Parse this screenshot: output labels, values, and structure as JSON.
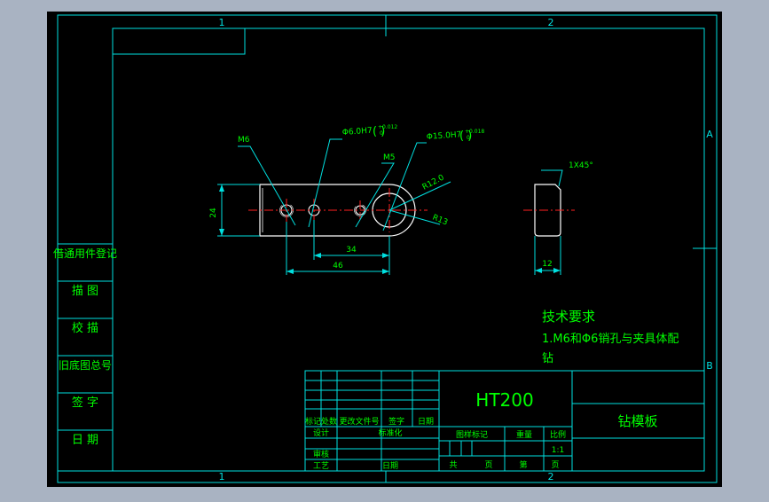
{
  "colors": {
    "background_outer": "#a9b3c2",
    "canvas": "#000000",
    "frame": "#00e0e0",
    "text_green": "#00ff00",
    "dim_cyan": "#00e0e0",
    "red_center": "#ff2020",
    "part_white": "#ffffff"
  },
  "zones": {
    "top_1": "1",
    "top_2": "2",
    "bottom_1": "1",
    "bottom_2": "2",
    "right_a": "A",
    "right_b": "B"
  },
  "side_column": [
    "借通用件登记",
    "描 图",
    "校 描",
    "旧底图总号",
    "签 字",
    "日 期"
  ],
  "annotations": {
    "m6": "M6",
    "phi6": "Φ6.0H7",
    "phi6_tol_top": "+0.012",
    "phi6_tol_bottom": "0",
    "m5": "M5",
    "phi15": "Φ15.0H7",
    "phi15_tol_top": "+0.018",
    "phi15_tol_bottom": "0",
    "r12": "R12.0",
    "r13": "R13",
    "dim_24": "24",
    "dim_34": "34",
    "dim_46": "46",
    "chamfer": "1X45°",
    "dim_12": "12"
  },
  "tech_requirements": {
    "title": "技术要求",
    "line1": "1.M6和Φ6销孔与夹具体配",
    "line2": "钻"
  },
  "title_block": {
    "material": "HT200",
    "part_name": "钻模板",
    "scale_value": "1:1",
    "headers": {
      "record": "标记",
      "count": "处数",
      "change_doc": "更改文件号",
      "sign": "签字",
      "date": "日期",
      "design": "设计",
      "standardize": "标准化",
      "review": "审核",
      "process": "工艺",
      "date2": "日期",
      "stage_mark": "图样标记",
      "weight": "重量",
      "scale": "比例",
      "total": "共",
      "sheets": "页",
      "no": "第",
      "sheet": "页"
    }
  }
}
